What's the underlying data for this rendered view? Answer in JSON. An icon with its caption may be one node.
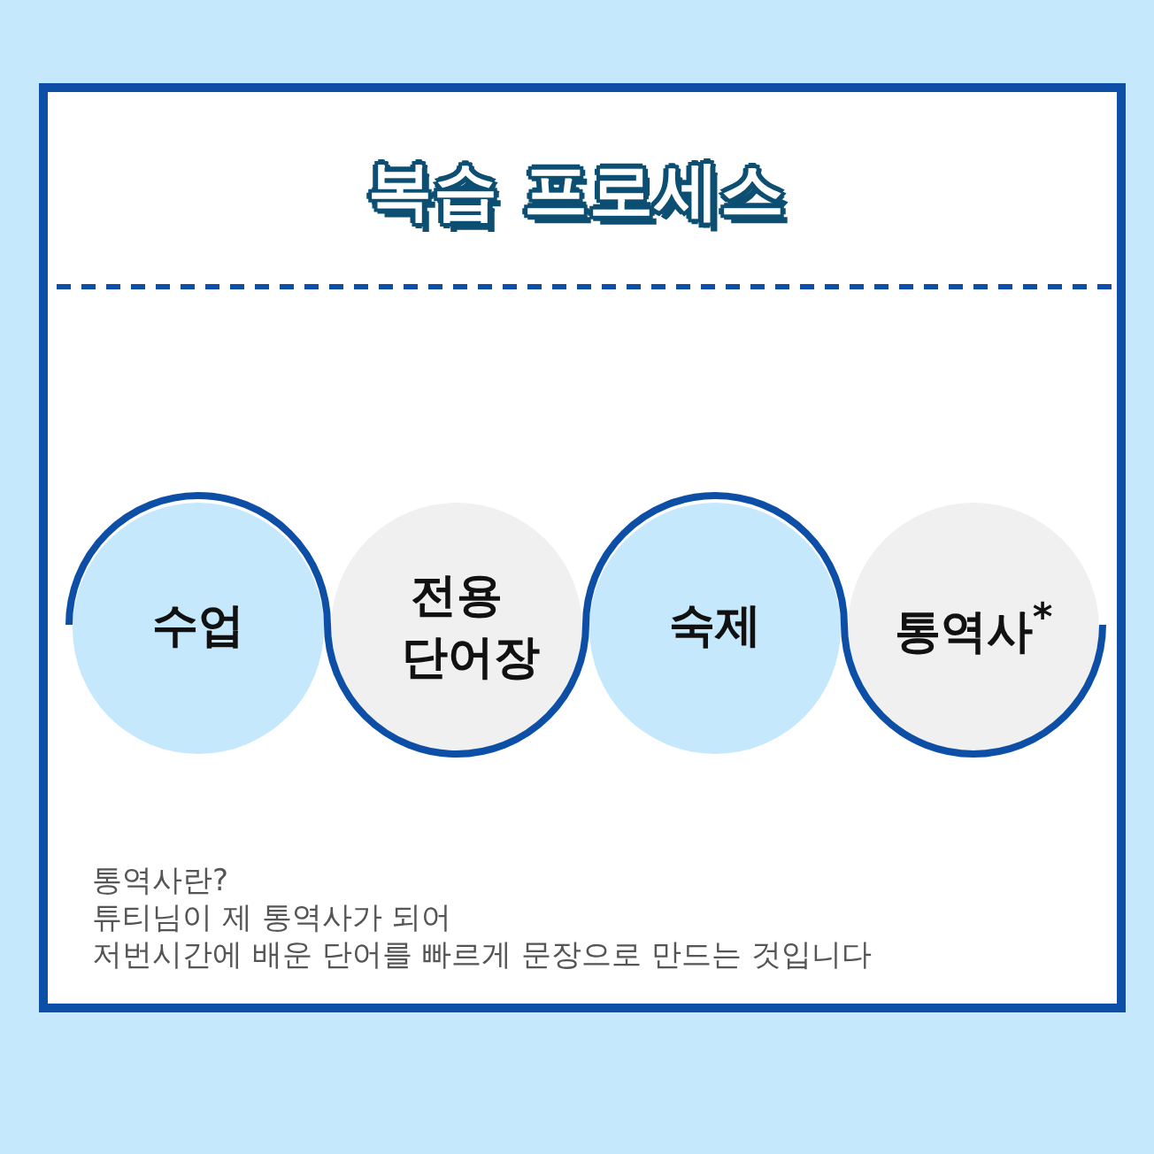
{
  "diagram": {
    "title": "복습 프로세스",
    "nodes": [
      {
        "text": [
          "수업"
        ]
      },
      {
        "text": [
          "전용 단어장"
        ]
      },
      {
        "text": [
          "숙제"
        ]
      },
      {
        "text": [
          "통역사$^{*}$"
        ]
      }
    ],
    "edges": [
      {
        "from": 0,
        "to": 1,
        "arrow": "none"
      },
      {
        "from": 1,
        "to": 2,
        "arrow": "none"
      },
      {
        "from": 2,
        "to": 3,
        "arrow": "none"
      }
    ],
    "labels": [
      "통역사란?",
      "튜티님이 제 통역사가 되어",
      "저번시간에 배운 단어를 빠르게 문장으로 만드는 것입니다"
    ]
  }
}
